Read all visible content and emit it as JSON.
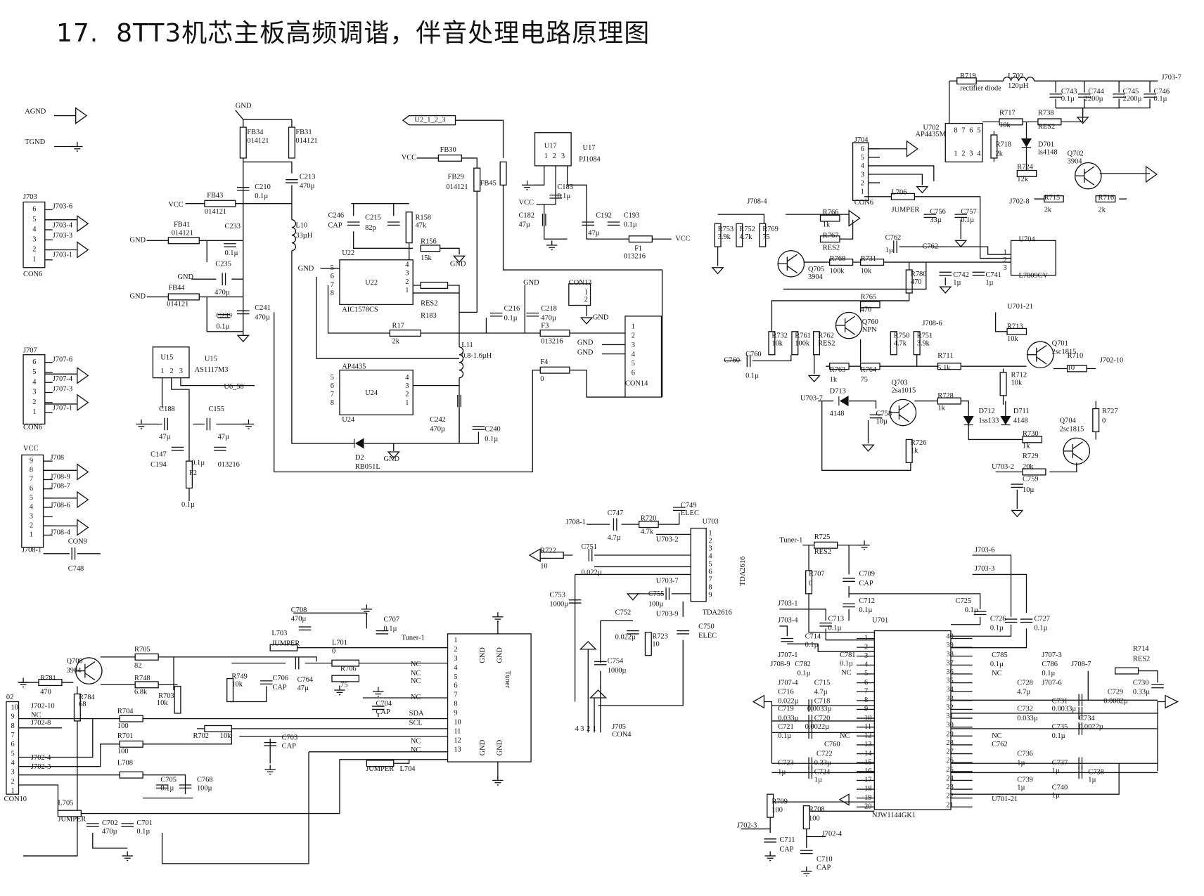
{
  "title": "17.  8TT3机芯主板高频调谐，伴音处理电路原理图",
  "labels": {
    "topleft": [
      "AGND",
      "TGND",
      "J703",
      "J703-6",
      "J703-4",
      "J703-3",
      "J703-1",
      "CON6",
      "GND",
      "FB34",
      "014121",
      "FB31",
      "014121",
      "C213",
      "470µ",
      "C210",
      "0.1µ",
      "VCC",
      "FB43",
      "014121",
      "FB41",
      "014121",
      "GND",
      "C233",
      "0.1µ",
      "L10",
      "33µH",
      "GND",
      "C235",
      "470µ",
      "GND",
      "FB44",
      "014121",
      "C241",
      "470µ",
      "C239",
      "0.1µ",
      "J707",
      "J707-6",
      "J707-4",
      "J707-3",
      "J707-1",
      "CON6",
      "U15",
      "U15",
      "AS1117M3",
      "U6_58",
      "C188",
      "C155",
      "47µ",
      "47µ",
      "C147",
      "C194",
      "0.1µ",
      "F2",
      "013216",
      "0.1µ",
      "VCC",
      "J708",
      "J708-9",
      "J708-7",
      "J708-6",
      "J708-4",
      "J708-1",
      "CON9",
      "C748",
      "4.7µ"
    ],
    "center": [
      "U2_1_2_3",
      "VCC",
      "FB30",
      "FB29",
      "014121",
      "FB45",
      "U17",
      "U17",
      "PJ1084",
      "C183",
      "0.1µ",
      "VCC",
      "C182",
      "47µ",
      "C192",
      "47µ",
      "C193",
      "0.1µ",
      "VCC",
      "F1",
      "013216",
      "C246",
      "CAP",
      "C215",
      "82p",
      "R158",
      "47k",
      "R156",
      "15k",
      "GND",
      "U22",
      "U22",
      "AIC1578CS",
      "RES2",
      "R183",
      "GND",
      "R17",
      "2k",
      "L11",
      "0.8-1.6µH",
      "GND",
      "C216",
      "0.1µ",
      "C218",
      "470µ",
      "F3",
      "013216",
      "CON13",
      "GND",
      "CON14",
      "GND",
      "GND",
      "F4",
      "0",
      "AP4435",
      "U24",
      "U24",
      "C242",
      "470µ",
      "C240",
      "0.1µ",
      "D2",
      "RB051L",
      "GND"
    ],
    "topright": [
      "R719",
      "L702",
      "120µH",
      "rectifier diode",
      "J703-7",
      "C743",
      "0.1µ",
      "C744",
      "2200µ",
      "C745",
      "2200µ",
      "C746",
      "0.1µ",
      "U702",
      "AP4435M",
      "R717",
      "10k",
      "R738",
      "RES2",
      "R718",
      "2k",
      "D701",
      "ls4148",
      "Q702",
      "3904",
      "R724",
      "12k",
      "J704",
      "CON6",
      "L706",
      "JUMPER",
      "C756",
      "33µ",
      "C757",
      "0.1µ",
      "J702-8",
      "R715",
      "2k",
      "R716",
      "2k",
      "J708-4",
      "R753",
      "3.9k",
      "R752",
      "4.7k",
      "R769",
      "75",
      "R766",
      "1k",
      "R767",
      "RES2",
      "C762",
      "1µ",
      "C762",
      "U704",
      "L7809CV",
      "Q705",
      "3904",
      "R768",
      "100k",
      "R731",
      "10k",
      "R780",
      "470",
      "C742",
      "1µ",
      "C741",
      "1µ",
      "R765",
      "470",
      "Q760",
      "NPN",
      "J708-6",
      "R732",
      "10k",
      "R761",
      "100k",
      "R762",
      "RES2",
      "R750",
      "4.7k",
      "R751",
      "3.9k",
      "U701-21",
      "R713",
      "10k",
      "Q701",
      "2sc1815",
      "R710",
      "10",
      "J702-10",
      "C760",
      "C760",
      "0.1µ",
      "R763",
      "1k",
      "R764",
      "75",
      "R711",
      "5.1k",
      "R712",
      "10k",
      "D713",
      "4148",
      "U703-7",
      "C758",
      "10µ",
      "Q703",
      "2sa1015",
      "R728",
      "1k",
      "D712",
      "1ss133",
      "D711",
      "4148",
      "Q704",
      "2sc1815",
      "R727",
      "0",
      "R726",
      "1k",
      "R730",
      "1k",
      "R729",
      "20k",
      "U703-2",
      "C759",
      "10µ"
    ],
    "amp": [
      "J708-1",
      "C747",
      "4.7µ",
      "R720",
      "4.7k",
      "C749",
      "ELEC",
      "U703",
      "U703-2",
      "R722",
      "10",
      "C751",
      "0.022µ",
      "C753",
      "1000µ",
      "C755",
      "100µ",
      "U703-7",
      "U703-9",
      "TDA2616",
      "C750",
      "ELEC",
      "C752",
      "0.022µ",
      "R723",
      "10",
      "C754",
      "1000µ",
      "J705",
      "CON4"
    ],
    "bottomleft": [
      "02",
      "CON10",
      "R781",
      "470",
      "Q706",
      "3904",
      "R705",
      "82",
      "R748",
      "6.8k",
      "R784",
      "68",
      "R703",
      "10k",
      "J702-10",
      "NC",
      "J702-8",
      "J702-4",
      "J702-3",
      "R704",
      "100",
      "R701",
      "100",
      "R702",
      "10k",
      "L708",
      "C705",
      "0.1µ",
      "C768",
      "100µ",
      "L705",
      "JUMPER",
      "C702",
      "470µ",
      "C701",
      "0.1µ",
      "C708",
      "470µ",
      "C707",
      "0.1µ",
      "L703",
      "JUMPER",
      "L701",
      "0",
      "R749",
      "10k",
      "C706",
      "CAP",
      "C764",
      "47µ",
      "R706",
      "75",
      "C704",
      "CAP",
      "C703",
      "CAP",
      "JUMPER",
      "L704",
      "Tuner-1",
      "NC",
      "NC",
      "NC",
      "NC",
      "SDA",
      "SCL",
      "NC",
      "NC"
    ],
    "bottomright": [
      "Tuner-1",
      "R725",
      "RES2",
      "R707",
      "0",
      "C709",
      "CAP",
      "J703-6",
      "J703-3",
      "C712",
      "0.1µ",
      "J703-1",
      "C725",
      "0.1µ",
      "C726",
      "0.1µ",
      "C727",
      "0.1µ",
      "J703-4",
      "C713",
      "0.1µ",
      "C714",
      "0.1µ",
      "U701",
      "NJW1144GK1",
      "J707-1",
      "C781",
      "0.1µ",
      "J708-9",
      "C782",
      "0.1µ",
      "NC",
      "J707-4",
      "C715",
      "4.7µ",
      "C716",
      "0.022µ",
      "C718",
      "0.0033µ",
      "C719",
      "0.033µ",
      "C720",
      "0.0022µ",
      "C721",
      "0.1µ",
      "NC",
      "C760",
      "C722",
      "0.33µ",
      "C723",
      "1µ",
      "C724",
      "1µ",
      "C785",
      "0.1µ",
      "J707-3",
      "C786",
      "0.1µ",
      "J708-7",
      "NC",
      "R714",
      "RES2",
      "C728",
      "4.7µ",
      "J707-6",
      "C729",
      "0.0082µ",
      "C730",
      "0.33µ",
      "C731",
      "0.0033µ",
      "C732",
      "0.033µ",
      "C734",
      "0.0022µ",
      "C735",
      "0.1µ",
      "NC",
      "C762",
      "C736",
      "1µ",
      "C737",
      "1µ",
      "C738",
      "1µ",
      "C739",
      "1µ",
      "C740",
      "1µ",
      "U701-21",
      "R709",
      "100",
      "R708",
      "100",
      "J702-3",
      "J702-4",
      "C711",
      "CAP",
      "C710",
      "CAP"
    ]
  },
  "vertical_labels": {
    "tda": "TDA2616",
    "tuner": "Tuner",
    "gnd": "GND"
  },
  "pins": {
    "con6": [
      "6",
      "5",
      "4",
      "3",
      "2",
      "1"
    ],
    "con9": [
      "9",
      "8",
      "7",
      "6",
      "5",
      "4",
      "3",
      "2",
      "1"
    ],
    "con10": [
      "10",
      "9",
      "8",
      "7",
      "6",
      "5",
      "4",
      "3",
      "2",
      "1"
    ],
    "con14": [
      "1",
      "2",
      "3",
      "4",
      "5",
      "6"
    ],
    "con4": [
      "4",
      "3",
      "2",
      "1"
    ],
    "con13": [
      "1",
      "2"
    ],
    "u22_left": [
      "5",
      "6",
      "7",
      "8"
    ],
    "u22_right": [
      "4",
      "3",
      "2",
      "1"
    ],
    "u24_left": [
      "5",
      "6",
      "7",
      "8"
    ],
    "u24_right": [
      "4",
      "3",
      "2",
      "1"
    ],
    "u17": [
      "1",
      "2",
      "3"
    ],
    "u15": [
      "1",
      "2",
      "3"
    ],
    "u702": [
      "8",
      "7",
      "6",
      "5",
      "1",
      "2",
      "3",
      "4"
    ],
    "u704": [
      "1",
      "2",
      "3"
    ],
    "u703": [
      "1",
      "2",
      "3",
      "4",
      "5",
      "6",
      "7",
      "8",
      "9"
    ],
    "tuner": [
      "1",
      "2",
      "3",
      "4",
      "5",
      "6",
      "7",
      "8",
      "9",
      "10",
      "11",
      "12",
      "13"
    ],
    "u701_left": [
      "1",
      "2",
      "3",
      "4",
      "5",
      "6",
      "7",
      "8",
      "9",
      "10",
      "11",
      "12",
      "13",
      "14",
      "15",
      "16",
      "17",
      "18",
      "19",
      "20"
    ],
    "u701_right": [
      "40",
      "39",
      "38",
      "37",
      "36",
      "35",
      "34",
      "33",
      "32",
      "31",
      "30",
      "29",
      "28",
      "27",
      "26",
      "25",
      "24",
      "23",
      "22",
      "21"
    ]
  }
}
